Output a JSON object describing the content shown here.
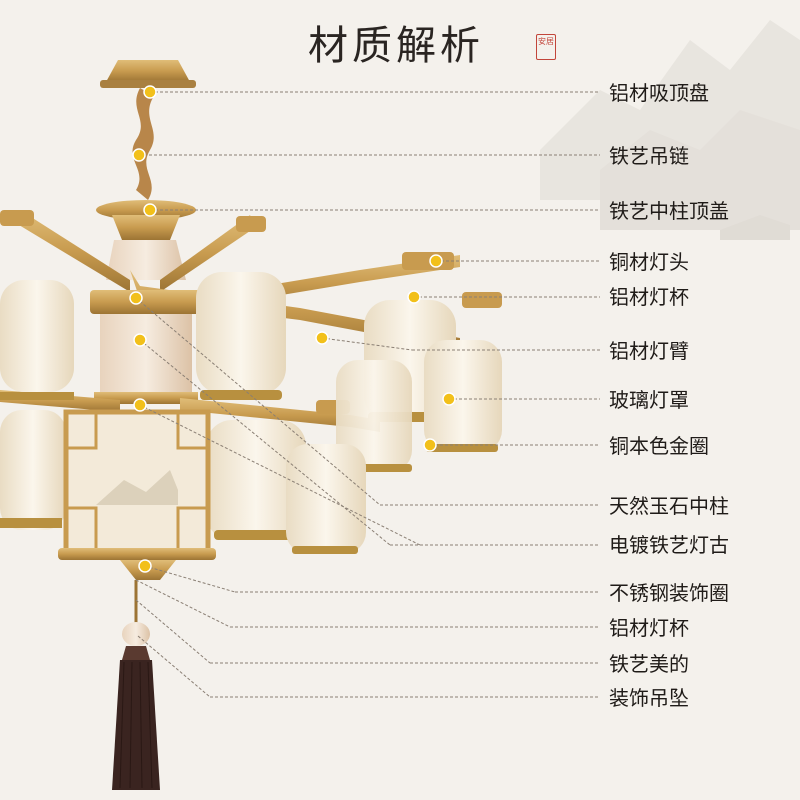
{
  "title": "材质解析",
  "seal_text": "安居",
  "colors": {
    "background": "#f4f1ec",
    "brass": "#c89b4f",
    "glass": "#f6efe1",
    "marker": "#f2c01a",
    "leader": "#8a7f74",
    "tassel": "#3a2420"
  },
  "labels": [
    "铝材吸顶盘",
    "铁艺吊链",
    "铁艺中柱顶盖",
    "铜材灯头",
    "铝材灯杯",
    "铝材灯臂",
    "玻璃灯罩",
    "铜本色金圈",
    "天然玉石中柱",
    "电镀铁艺灯古",
    "不锈钢装饰圈",
    "铝材灯杯",
    "铁艺美的",
    "装饰吊坠"
  ]
}
